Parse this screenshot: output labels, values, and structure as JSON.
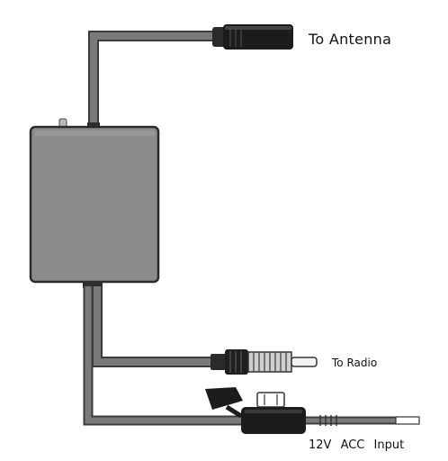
{
  "labels": {
    "antenna": "To Antenna",
    "radio": "To Radio",
    "acc_input": "12V  ACC  Input"
  },
  "colors": {
    "cable": "#6e6e6e",
    "cable_dark": "#3c3c3c",
    "box_fill": "#8c8c8c",
    "box_edge": "#2a2a2a",
    "connector_black": "#1c1c1c",
    "text": "#111111"
  },
  "components": {
    "amplifier_box": "amplifier-box",
    "antenna_connector": "antenna-connector-icon",
    "radio_plug": "radio-plug-icon",
    "fuse_holder": "fuse-holder-icon",
    "power_wire_tip": "wire-tip-icon"
  }
}
